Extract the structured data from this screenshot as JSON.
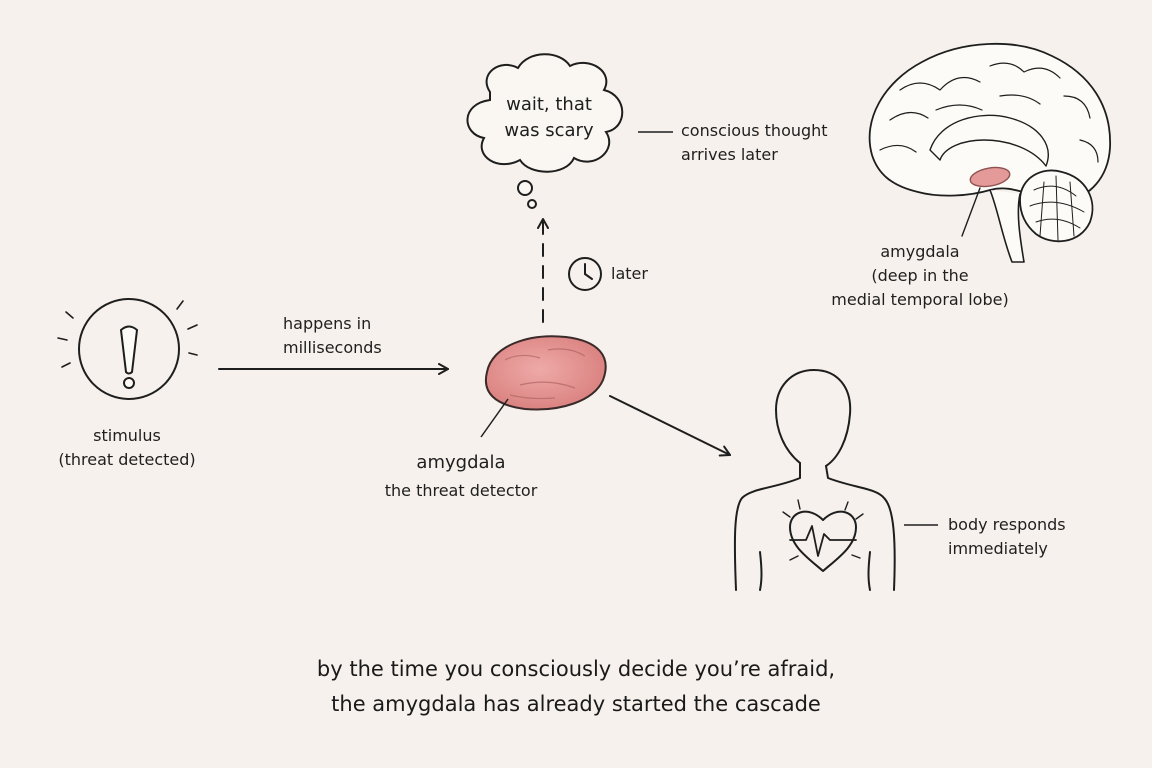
{
  "thought": {
    "line1": "wait, that",
    "line2": "was scary"
  },
  "labels": {
    "conscious_line1": "conscious thought",
    "conscious_line2": "arrives later",
    "later": "later",
    "milliseconds_line1": "happens in",
    "milliseconds_line2": "milliseconds",
    "stimulus_line1": "stimulus",
    "stimulus_line2": "(threat detected)",
    "amygdala_center_title": "amygdala",
    "amygdala_center_sub": "the threat detector",
    "brain_amygdala_line1": "amygdala",
    "brain_amygdala_line2": "(deep in the",
    "brain_amygdala_line3": "medial temporal lobe)",
    "body_line1": "body responds",
    "body_line2": "immediately"
  },
  "caption": {
    "line1": "by the time you consciously decide you’re afraid,",
    "line2": "the amygdala has already started the cascade"
  },
  "colors": {
    "background": "#f6f1ec",
    "ink": "#1e1e1e",
    "amygdala_fill": "#e49a98",
    "amygdala_stroke": "#b46a68"
  },
  "icons": [
    "exclamation-icon",
    "clock-icon",
    "thought-cloud-icon",
    "brain-icon",
    "human-torso-icon",
    "heart-icon"
  ]
}
